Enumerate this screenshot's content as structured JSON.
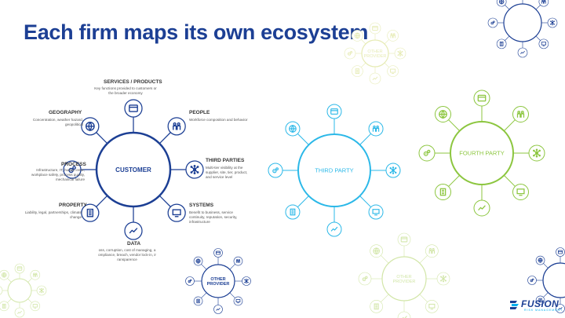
{
  "title": "Each firm maps its own ecosystem",
  "customer": {
    "center": "CUSTOMER",
    "services": {
      "title": "SERVICES / PRODUCTS",
      "desc": "Key functions provided to customers or the broader economy"
    },
    "people": {
      "title": "PEOPLE",
      "desc": "Workforce composition and behavior"
    },
    "third_parties": {
      "title": "THIRD PARTIES",
      "desc": "Multi-tier visibility at the supplier, site, tier, product, and service level"
    },
    "systems": {
      "title": "SYSTEMS",
      "desc": "Benefit to business, service continuity, reputation, security, infrastructure"
    },
    "data": {
      "title": "DATA",
      "desc": "oss, corruption, cost of managing, a ompliance, breach, vendor lock-in, ir ransparence"
    },
    "property": {
      "title": "PROPERTY",
      "desc": "Liability, legal, partnerships, climate change"
    },
    "process": {
      "title": "PROCESS",
      "desc": "Infrastructure, IT, human error, workplace safety, process quality, mechanical failure"
    },
    "geography": {
      "title": "GEOGRAPHY",
      "desc": "Concentration, weather hazard, geopolitical"
    }
  },
  "third_party": "THIRD PARTY",
  "fourth_party": "FOURTH PARTY",
  "other_provider": "OTHER PROVIDER",
  "logo": {
    "name": "FUSION",
    "sub": "RISK MANAGEMENT"
  },
  "colors": {
    "title": "#1c3f94",
    "customer": "#1c3f94",
    "third_party": "#2bb8e8",
    "fourth_party": "#8cc63f",
    "faded_green": "#d2e6a8",
    "faded_yellow": "#e6ebb4",
    "navy_small": "#1c3f94"
  }
}
